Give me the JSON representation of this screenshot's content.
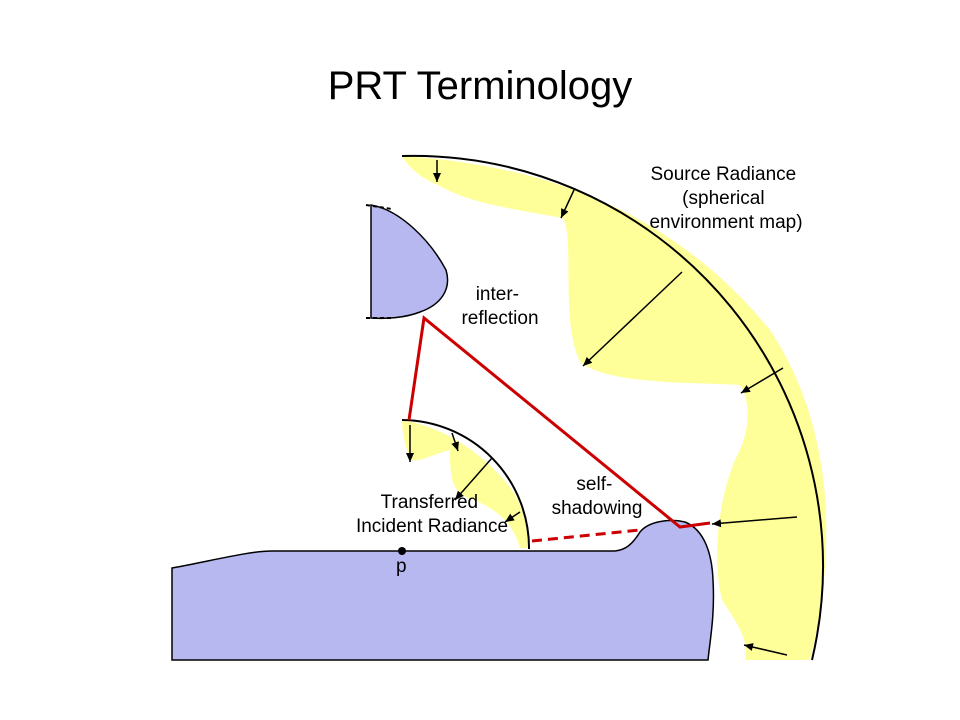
{
  "slide": {
    "title": "PRT Terminology"
  },
  "colors": {
    "radiance_fill": "#ffff99",
    "object_fill": "#b8b8f0",
    "ray_red": "#cc0000",
    "outline": "#000000"
  },
  "labels": {
    "source_radiance": [
      "Source Radiance",
      "(spherical",
      "environment map)"
    ],
    "interreflection": [
      "inter-",
      "reflection"
    ],
    "self_shadowing": [
      "self-",
      "shadowing"
    ],
    "transferred": [
      "Transferred",
      "Incident Radiance"
    ],
    "point": "p"
  }
}
